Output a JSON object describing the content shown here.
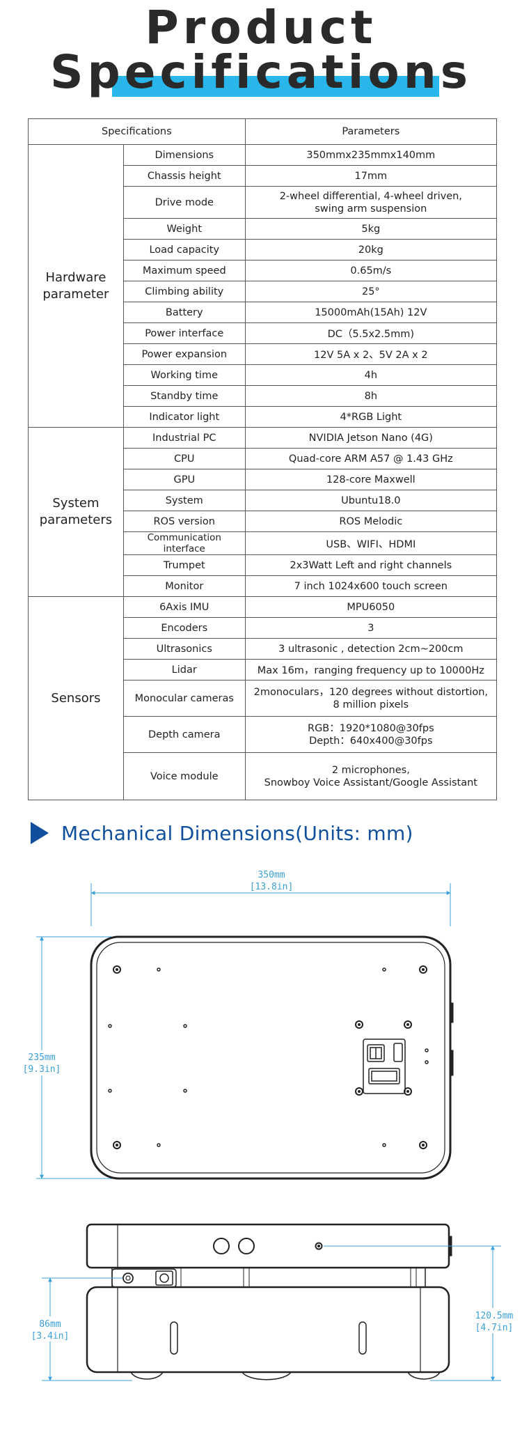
{
  "title": {
    "line1": "Product",
    "line2": "Specifications"
  },
  "table": {
    "header": {
      "spec": "Specifications",
      "param": "Parameters"
    },
    "groups": [
      {
        "name_line1": "Hardware",
        "name_line2": "parameter",
        "rows": [
          {
            "spec": "Dimensions",
            "param": "350mmx235mmx140mm"
          },
          {
            "spec": "Chassis height",
            "param": "17mm"
          },
          {
            "spec": "Drive mode",
            "param_line1": "2-wheel differential, 4-wheel driven,",
            "param_line2": "swing arm suspension"
          },
          {
            "spec": "Weight",
            "param": "5kg"
          },
          {
            "spec": "Load capacity",
            "param": "20kg"
          },
          {
            "spec": "Maximum speed",
            "param": "0.65m/s"
          },
          {
            "spec": "Climbing ability",
            "param": "25°"
          },
          {
            "spec": "Battery",
            "param": "15000mAh(15Ah) 12V"
          },
          {
            "spec": "Power interface",
            "param": "DC（5.5x2.5mm)"
          },
          {
            "spec": "Power expansion",
            "param": "12V 5A x 2、5V 2A x 2"
          },
          {
            "spec": "Working time",
            "param": "4h"
          },
          {
            "spec": "Standby time",
            "param": "8h"
          },
          {
            "spec": "Indicator light",
            "param": "4*RGB Light"
          }
        ]
      },
      {
        "name_line1": "System",
        "name_line2": "parameters",
        "rows": [
          {
            "spec": "Industrial PC",
            "param": "NVIDIA Jetson Nano (4G)"
          },
          {
            "spec": "CPU",
            "param": "Quad-core ARM A57 @ 1.43 GHz"
          },
          {
            "spec": "GPU",
            "param": "128-core Maxwell"
          },
          {
            "spec": "System",
            "param": "Ubuntu18.0"
          },
          {
            "spec": "ROS version",
            "param": "ROS Melodic"
          },
          {
            "spec": "Communication interface",
            "param": "USB、WIFI、HDMI"
          },
          {
            "spec": "Trumpet",
            "param": "2x3Watt Left and right channels"
          },
          {
            "spec": "Monitor",
            "param": "7 inch 1024x600 touch screen"
          }
        ]
      },
      {
        "name": "Sensors",
        "rows": [
          {
            "spec": "6Axis IMU",
            "param": "MPU6050"
          },
          {
            "spec": "Encoders",
            "param": "3"
          },
          {
            "spec": "Ultrasonics",
            "param": "3 ultrasonic , detection 2cm~200cm"
          },
          {
            "spec": "Lidar",
            "param": "Max 16m，ranging frequency up to 10000Hz"
          },
          {
            "spec": "Monocular cameras",
            "param_line1": "2monoculars，120 degrees without distortion,",
            "param_line2": "8 million pixels"
          },
          {
            "spec": "Depth camera",
            "param_line1": "RGB：1920*1080@30fps",
            "param_line2": "Depth：640x400@30fps"
          },
          {
            "spec": "Voice module",
            "param_line1": "2 microphones,",
            "param_line2": "Snowboy Voice Assistant/Google Assistant"
          }
        ]
      }
    ]
  },
  "mechanical": {
    "heading": "Mechanical Dimensions(Units: mm)",
    "top_view": {
      "width_mm": "350mm",
      "width_in": "[13.8in]",
      "depth_mm": "235mm",
      "depth_in": "[9.3in]"
    },
    "side_view": {
      "height_mm": "120.5mm",
      "height_in": "[4.7in]",
      "chassis_mm": "86mm",
      "chassis_in": "[3.4in]"
    }
  },
  "colors": {
    "accent_bar": "#29b6ea",
    "heading": "#0f4f9c",
    "dimension": "#3aa0d8"
  }
}
